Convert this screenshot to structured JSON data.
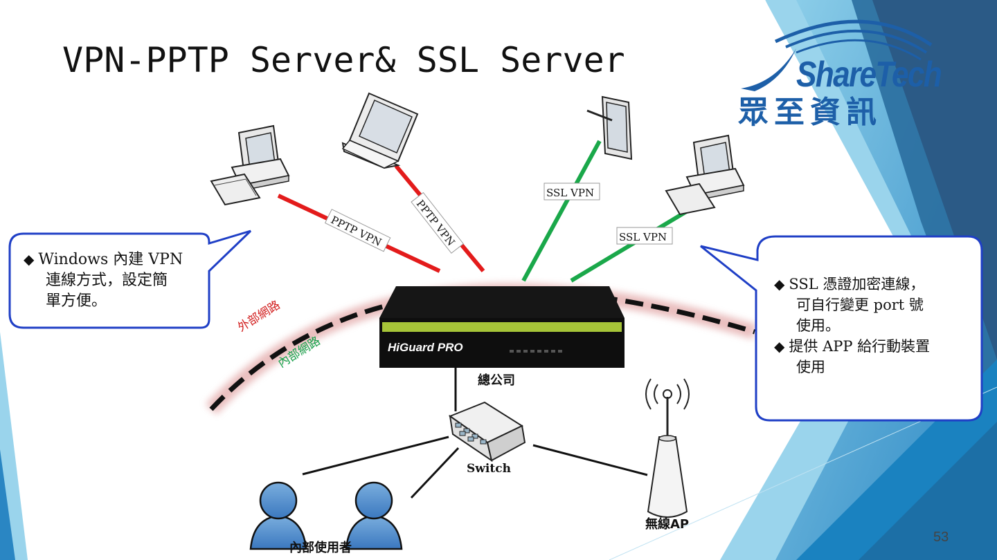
{
  "slide": {
    "title": "VPN-PPTP Server& SSL Server",
    "number": "53"
  },
  "logo": {
    "english": "ShareTech",
    "chinese": "眾至資訊"
  },
  "labels": {
    "pptp_left": "PPTP VPN",
    "pptp_right": "PPTP VPN",
    "ssl_tablet": "SSL VPN",
    "ssl_pc": "SSL VPN",
    "external_network": "外部網路",
    "internal_network": "內部網路",
    "headquarters": "總公司",
    "switch": "Switch",
    "wireless_ap": "無線AP",
    "internal_users": "內部使用者",
    "device_brand": "HiGuard PRO"
  },
  "callouts": {
    "left": {
      "lines": [
        "Windows 內建 VPN",
        "連線方式，設定簡",
        "單方便。"
      ]
    },
    "right": {
      "bullets": [
        {
          "lines": [
            "SSL 憑證加密連線，",
            "可自行變更 port 號",
            "使用。"
          ]
        },
        {
          "lines": [
            "提供 APP 給行動裝置",
            "使用"
          ]
        }
      ]
    }
  },
  "colors": {
    "pptp_line": "#e31b1b",
    "ssl_line": "#1aa84a",
    "callout_border": "#1f3fc6",
    "logo_blue": "#1d5fa8",
    "external_label": "#d22020",
    "internal_label": "#16a04a"
  }
}
